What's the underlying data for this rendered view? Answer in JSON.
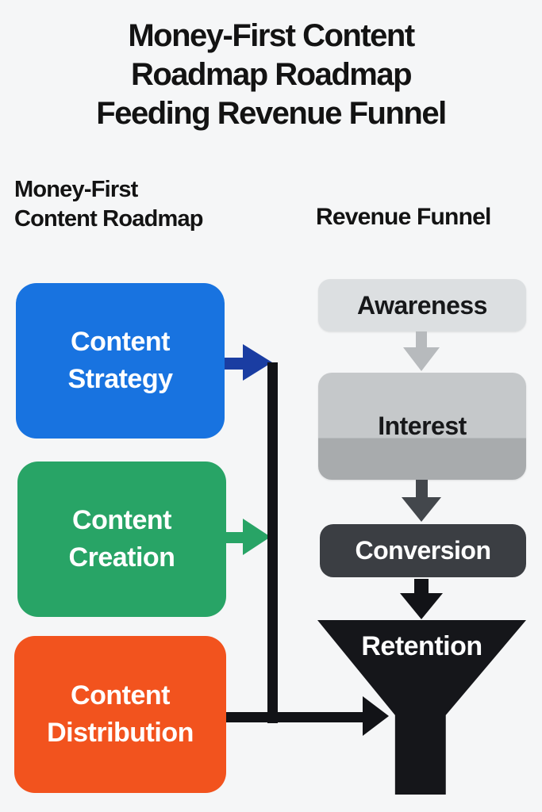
{
  "title": "Money-First Content\nRoadmap Roadmap\nFeeding Revenue Funnel",
  "headings": {
    "left": "Money-First\nContent Roadmap",
    "right": "Revenue Funnel"
  },
  "roadmap": {
    "boxes": [
      {
        "label": "Content\nStrategy",
        "color": "#1873e0",
        "connector_color": "#1a3da2"
      },
      {
        "label": "Content\nCreation",
        "color": "#28a466",
        "connector_color": "#28a466"
      },
      {
        "label": "Content\nDistribution",
        "color": "#f2531e",
        "connector_color": "#121317"
      }
    ]
  },
  "funnel": {
    "stages": [
      {
        "label": "Awareness",
        "color": "#dcdfe1",
        "text_color": "#17181a"
      },
      {
        "label": "Interest",
        "color_top": "#c5c8ca",
        "color_bottom": "#a8abad",
        "text_color": "#17181a"
      },
      {
        "label": "Conversion",
        "color": "#3b3e43",
        "text_color": "#ffffff"
      },
      {
        "label": "Retention",
        "color": "#15161a",
        "text_color": "#ffffff"
      }
    ],
    "arrow_colors": [
      "#b7babd",
      "#43474c",
      "#121317"
    ]
  },
  "colors": {
    "background": "#f5f6f7",
    "heading_text": "#131313",
    "connector_line": "#121317"
  }
}
